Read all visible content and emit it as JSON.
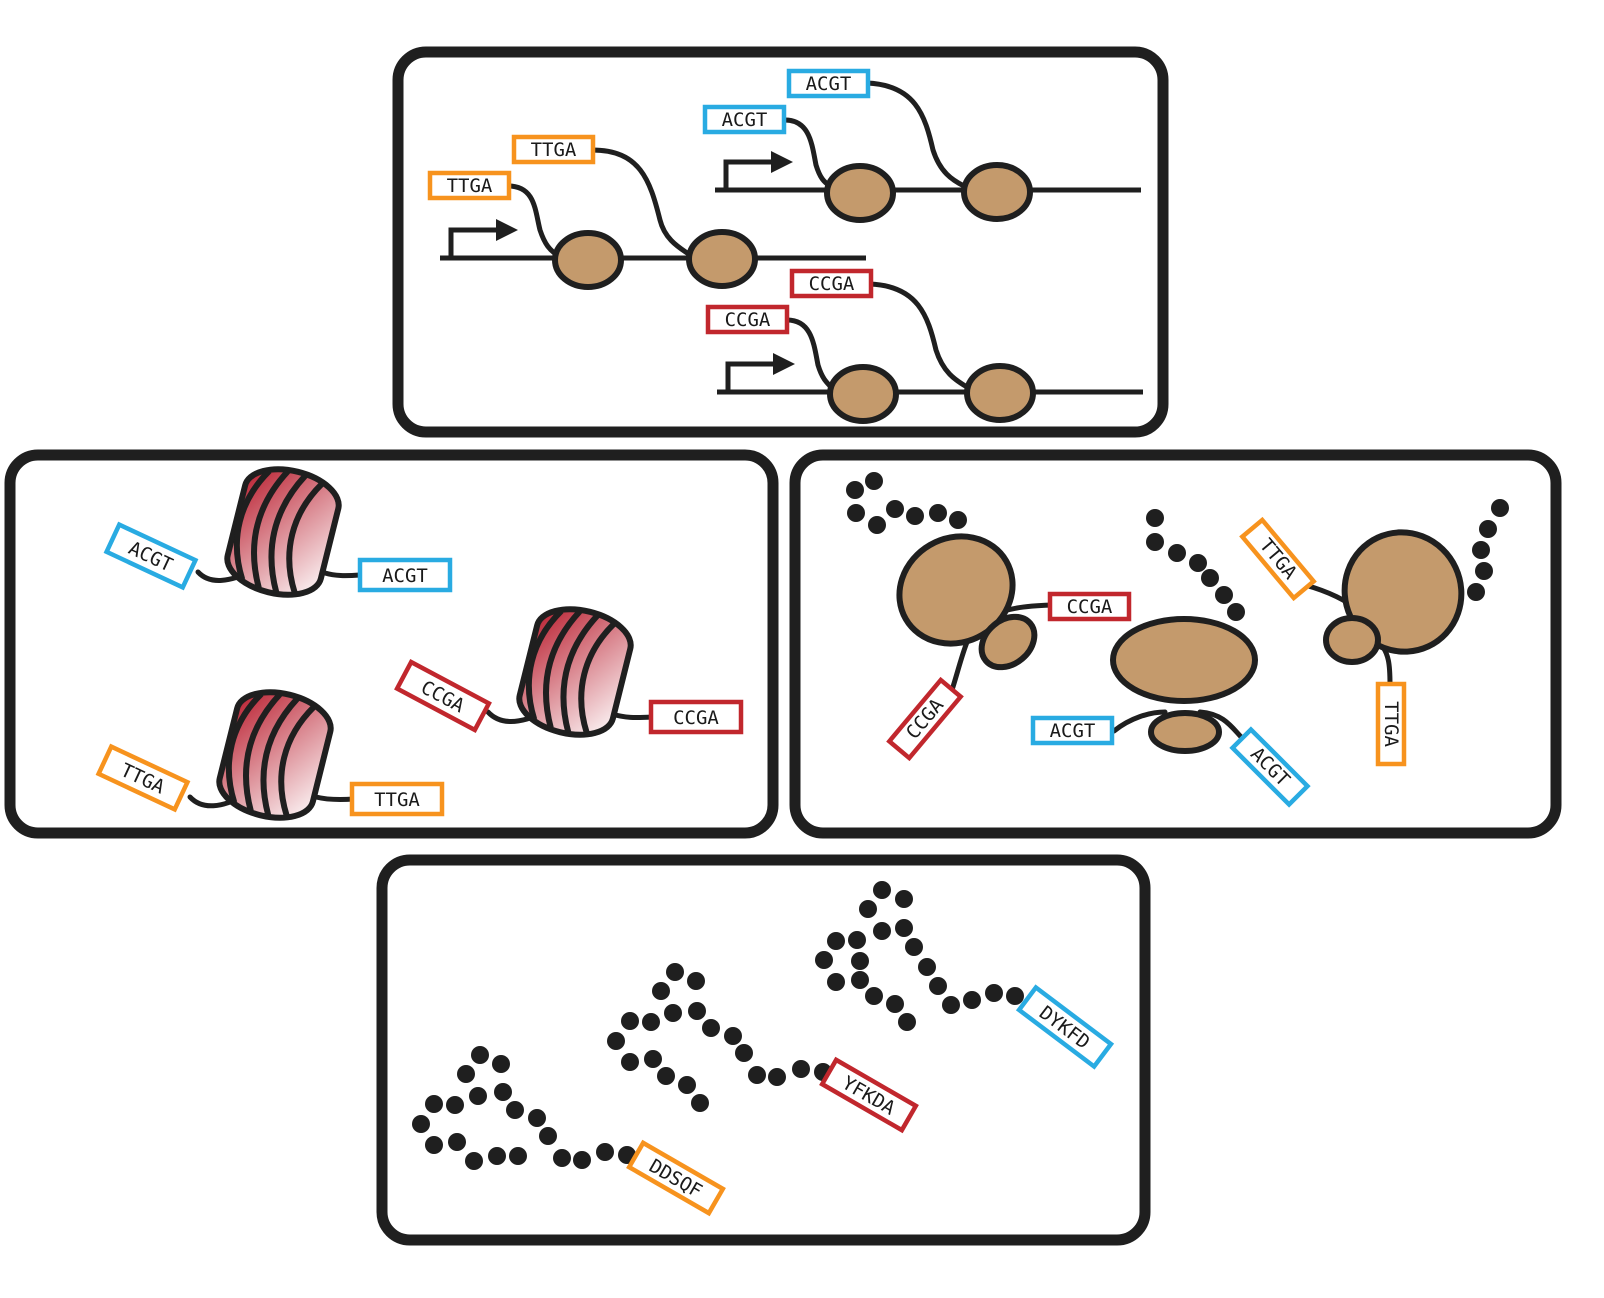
{
  "colors": {
    "blue": "#29abe2",
    "orange": "#f7931e",
    "red": "#c1272d",
    "ribosome": "#c49a6c",
    "outline": "#1f1f1f"
  },
  "panels": {
    "transcription": {
      "labels": [
        "TTGA",
        "TTGA",
        "ACGT",
        "ACGT",
        "CCGA",
        "CCGA"
      ]
    },
    "rna": {
      "labels": [
        "ACGT",
        "ACGT",
        "CCGA",
        "CCGA",
        "TTGA",
        "TTGA"
      ]
    },
    "translation": {
      "labels": [
        "CCGA",
        "CCGA",
        "ACGT",
        "ACGT",
        "TTGA",
        "TTGA"
      ]
    },
    "protein": {
      "labels": [
        "DYKFD",
        "YFKDA",
        "DDSQF"
      ]
    }
  }
}
